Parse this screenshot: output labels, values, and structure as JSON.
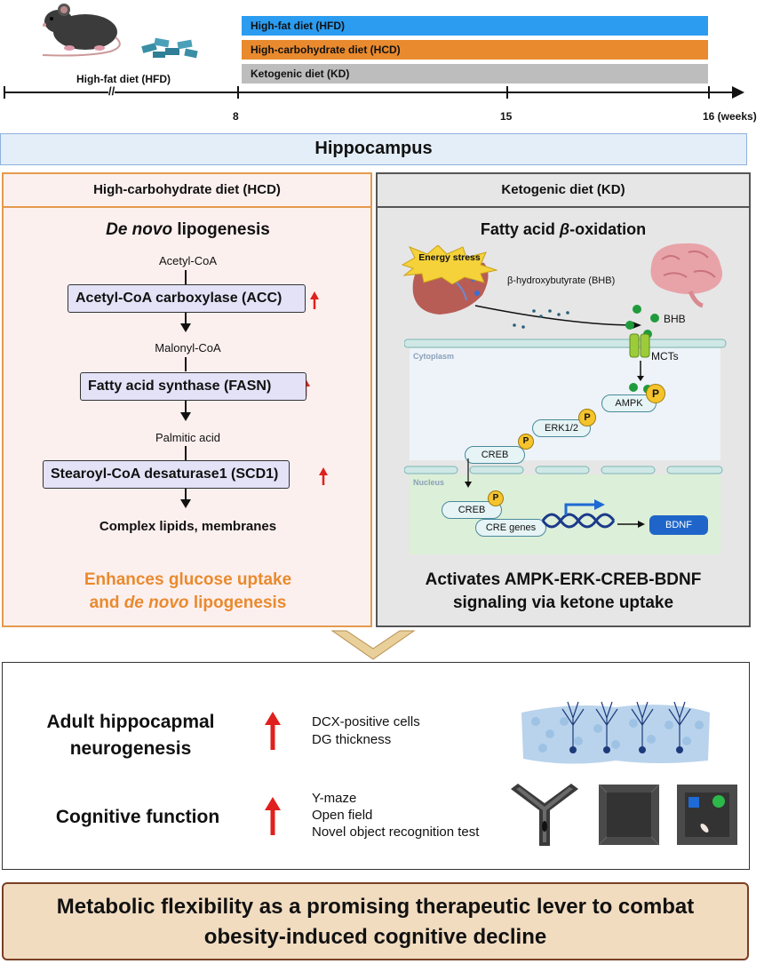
{
  "timeline": {
    "bars": [
      {
        "label": "High-fat diet (HFD)",
        "color": "#2b9cf0"
      },
      {
        "label": "High-carbohydrate diet (HCD)",
        "color": "#e98a2e"
      },
      {
        "label": "Ketogenic diet (KD)",
        "color": "#bdbdbd"
      }
    ],
    "initial_diet": "High-fat diet (HFD)",
    "ticks": [
      "8",
      "15",
      "16 (weeks)"
    ],
    "break_symbol": "//"
  },
  "header": "Hippocampus",
  "hcd": {
    "title": "High-carbohydrate diet (HCD)",
    "subtitle_italic": "De novo",
    "subtitle_rest": " lipogenesis",
    "metabolites": [
      "Acetyl-CoA",
      "Malonyl-CoA",
      "Palmitic acid"
    ],
    "enzymes": [
      "Acetyl-CoA carboxylase (ACC)",
      "Fatty acid synthase (FASN)",
      "Stearoyl-CoA desaturase1 (SCD1)"
    ],
    "final_product": "Complex lipids, membranes",
    "conclusion_line1": "Enhances glucose uptake",
    "conclusion_line2_pre": "and ",
    "conclusion_line2_italic": "de novo",
    "conclusion_line2_post": " lipogenesis",
    "accent_color": "#e98a2e"
  },
  "kd": {
    "title": "Ketogenic diet (KD)",
    "subtitle_pre": "Fatty acid ",
    "subtitle_beta": "β",
    "subtitle_post": "-oxidation",
    "energy_stress": "Energy stress",
    "bhb_full": "β-hydroxybutyrate (BHB)",
    "bhb": "BHB",
    "mcts": "MCTs",
    "cytoplasm": "Cytoplasm",
    "nucleus": "Nucleus",
    "ampk": "AMPK",
    "erk": "ERK1/2",
    "creb": "CREB",
    "p": "P",
    "cre_genes": "CRE genes",
    "bdnf": "BDNF",
    "conclusion_line1": "Activates AMPK-ERK-CREB-BDNF",
    "conclusion_line2": "signaling via ketone uptake"
  },
  "outcomes": {
    "neuro_line1": "Adult hippocapmal",
    "neuro_line2": "neurogenesis",
    "neuro_items": [
      "DCX-positive cells",
      "DG thickness"
    ],
    "cog_title": "Cognitive function",
    "cog_items": [
      "Y-maze",
      "Open field",
      "Novel object recognition test"
    ]
  },
  "footer": {
    "line1": "Metabolic flexibility as a promising therapeutic lever to combat",
    "line2": "obesity-induced cognitive decline"
  }
}
